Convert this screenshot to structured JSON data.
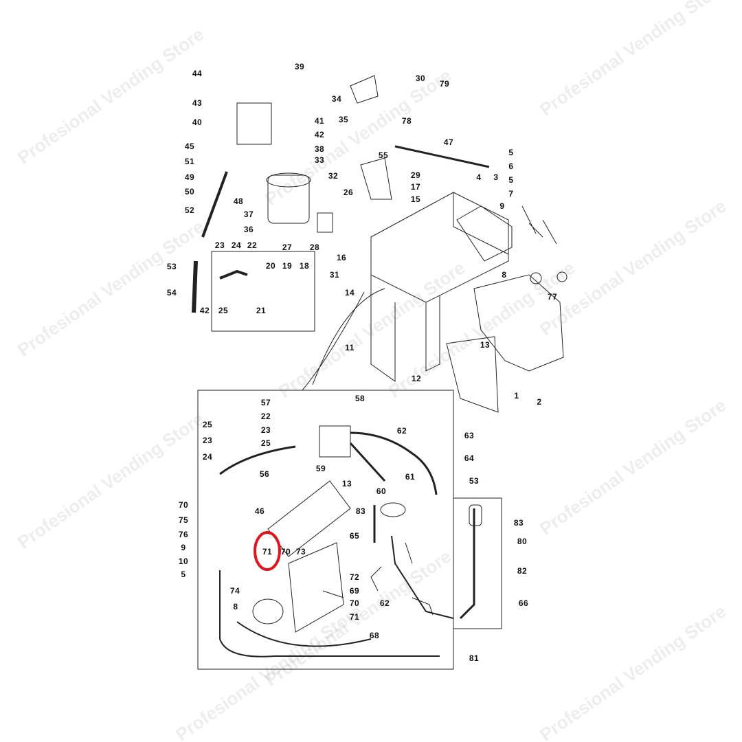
{
  "watermark": "Profesional Vending Store",
  "highlight_color": "#e0161d",
  "highlighted_part": "71",
  "part_labels": [
    "44",
    "39",
    "43",
    "40",
    "41",
    "35",
    "34",
    "30",
    "79",
    "42",
    "38",
    "45",
    "33",
    "78",
    "55",
    "47",
    "51",
    "49",
    "32",
    "29",
    "17",
    "50",
    "48",
    "26",
    "15",
    "37",
    "52",
    "36",
    "27",
    "28",
    "16",
    "23",
    "24",
    "22",
    "20",
    "19",
    "18",
    "31",
    "53",
    "14",
    "54",
    "42",
    "25",
    "21",
    "11",
    "12",
    "13",
    "1",
    "2",
    "4",
    "3",
    "5",
    "6",
    "5",
    "7",
    "9",
    "8",
    "77",
    "57",
    "58",
    "22",
    "23",
    "25",
    "25",
    "23",
    "24",
    "62",
    "63",
    "64",
    "56",
    "59",
    "13",
    "61",
    "53",
    "60",
    "70",
    "46",
    "75",
    "83",
    "83",
    "76",
    "65",
    "80",
    "9",
    "71",
    "70",
    "73",
    "10",
    "5",
    "82",
    "72",
    "74",
    "69",
    "66",
    "8",
    "62",
    "70",
    "71",
    "68",
    "81"
  ]
}
